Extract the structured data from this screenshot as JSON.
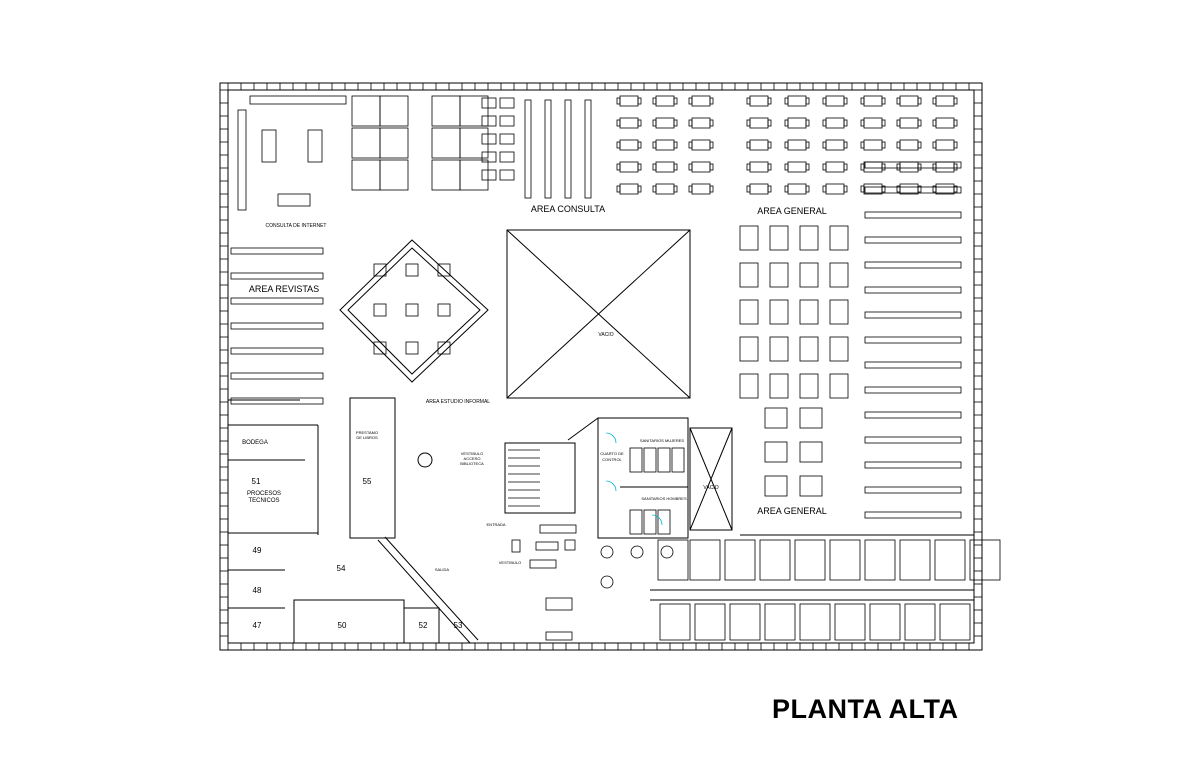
{
  "sheet_title": "PLANTA ALTA",
  "areas": {
    "area_consulta": "AREA CONSULTA",
    "area_general_top": "AREA GENERAL",
    "area_general_bottom": "AREA GENERAL",
    "area_revistas": "AREA REVISTAS",
    "consulta_internet": "CONSULTA DE INTERNET",
    "area_estudio_informal": "AREA ESTUDIO INFORMAL",
    "vacio_center": "VACIO",
    "vacio_right": "VACIO",
    "bodega": "BODEGA",
    "procesos_num": "51",
    "procesos_1": "PROCESOS",
    "procesos_2": "TECNICOS",
    "prestamo_1": "PRESTAMO",
    "prestamo_2": "DE LIBROS",
    "vestibulo_1": "VESTIBULO",
    "vestibulo_2": "ACCESO",
    "vestibulo_3": "BIBLIOTECA",
    "cuarto_1": "CUARTO DE",
    "cuarto_2": "CONTROL",
    "sanitarios_mujeres": "SANITARIOS MUJERES",
    "sanitarios_hombres": "SANITARIOS HOMBRES",
    "entrada": "ENTRADA",
    "salida": "SALIDA",
    "vestibulo_lower": "VESTIBULO"
  },
  "rooms": {
    "r47": "47",
    "r48": "48",
    "r49": "49",
    "r50": "50",
    "r52": "52",
    "r53": "53",
    "r54": "54",
    "r55": "55"
  }
}
